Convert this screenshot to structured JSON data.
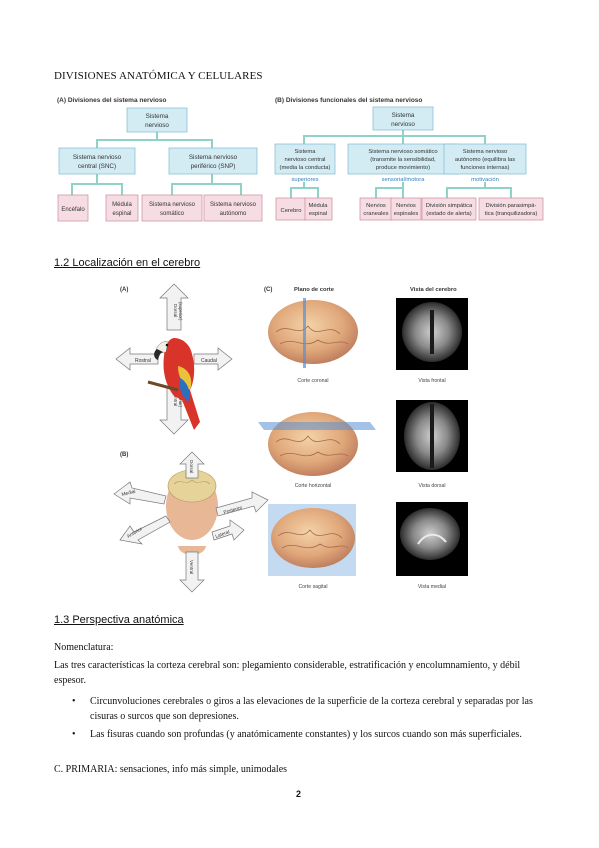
{
  "heading": "DIVISIONES ANATÓMICA Y CELULARES",
  "diagram_a": {
    "title": "(A) Divisiones del sistema nervioso",
    "root": [
      "Sistema",
      "nervioso"
    ],
    "snc": [
      "Sistema nervioso",
      "central (SNC)"
    ],
    "snp": [
      "Sistema nervioso",
      "periférico (SNP)"
    ],
    "encefalo": "Encéfalo",
    "medula": [
      "Médula",
      "espinal"
    ],
    "somatico": [
      "Sistema nervioso",
      "somático"
    ],
    "autonomo": [
      "Sistema nervioso",
      "autónomo"
    ]
  },
  "diagram_b": {
    "title": "(B) Divisiones funcionales del sistema nervioso",
    "root": [
      "Sistema",
      "nervioso"
    ],
    "central": [
      "Sistema",
      "nervioso central",
      "(media la conducta)"
    ],
    "somatico": [
      "Sistema nervioso somático",
      "(transmite la sensibilidad,",
      "produce movimiento)"
    ],
    "autonomo": [
      "Sistema nervioso",
      "autónomo (equilibra las",
      "funciones internas)"
    ],
    "lab_superiores": "superiores",
    "lab_sensorial": "sensorial/motora",
    "lab_motivacion": "motivación",
    "cerebro": "Cerebro",
    "medula": [
      "Médula",
      "espinal"
    ],
    "craneales": [
      "Nervios",
      "craneales"
    ],
    "espinales": [
      "Nervios",
      "espinales"
    ],
    "simpatica": [
      "División simpática",
      "(estado de alerta)"
    ],
    "parasimpatica": [
      "División parasimpá-",
      "tica (tranquilizadora)"
    ]
  },
  "section_12": "1.2 Localización en el cerebro",
  "loc_figure": {
    "label_a": "(A)",
    "label_b": "(B)",
    "label_c": "(C)",
    "dorsal": "Dorsal",
    "superior": "(superior)",
    "rostral": "Rostral",
    "caudal": "Caudal",
    "ventral": "Ventral",
    "inferior": "(inferior)",
    "medial": "Medial",
    "posterior": "Posterior",
    "anterior": "Anterior",
    "lateral": "Lateral",
    "plano_de_corte": "Plano de corte",
    "vista_del_cerebro": "Vista del cerebro",
    "corte_coronal": "Corte coronal",
    "vista_frontal": "Vista frontal",
    "corte_horizontal": "Corte horizontal",
    "vista_dorsal": "Vista dorsal",
    "corte_sagital": "Corte sagital",
    "vista_medial": "Vista medial"
  },
  "section_13": "1.3 Perspectiva anatómica",
  "nomenclatura": "Nomenclatura:",
  "paragraph": "Las tres características la corteza cerebral son: plegamiento considerable, estratificación y encolumnamiento, y débil espesor.",
  "bullets": [
    "Circunvoluciones cerebrales o giros a las elevaciones de la superficie de la corteza cerebral y separadas por las cisuras o surcos que son depresiones.",
    "Las fisuras cuando son profundas (y anatómicamente constantes) y los surcos cuando son más superficiales."
  ],
  "primaria": "C. PRIMARIA: sensaciones, info más simple, unimodales",
  "page_number": "2",
  "colors": {
    "box_fill": "#d3ecf4",
    "box_stroke": "#7fb8d0",
    "leaf_fill": "#f5dde3",
    "leaf_stroke": "#c98a9a",
    "connector": "#8fd3c8",
    "label_blue": "#2f7fc1"
  }
}
